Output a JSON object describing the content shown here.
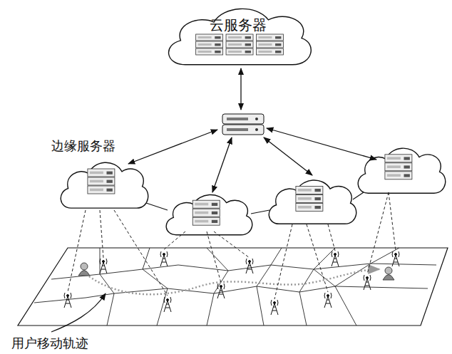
{
  "diagram": {
    "nodes": [
      {
        "text": [
          "云服务器"
        ]
      }
    ],
    "labels": [
      "边缘服务器",
      "用户移动轨迹"
    ]
  }
}
